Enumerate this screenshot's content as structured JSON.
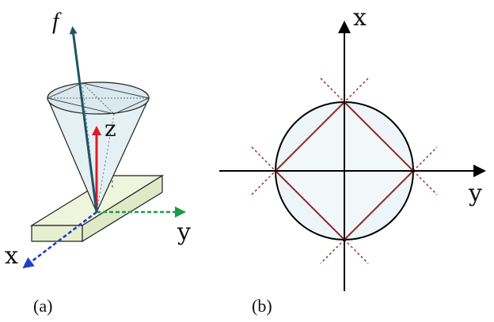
{
  "panel_a": {
    "caption": "(a)",
    "labels": {
      "f": "f",
      "z": "z",
      "y": "y",
      "x": "x"
    },
    "colors": {
      "f_axis": "#1f5464",
      "z_axis": "#e0192a",
      "y_axis": "#1a9b4a",
      "x_axis": "#1f3ec8",
      "cone_fill": "#e4f0f4",
      "block_fill": "#eef5dc"
    }
  },
  "panel_b": {
    "caption": "(b)",
    "labels": {
      "x": "x",
      "y": "y"
    },
    "colors": {
      "axes": "#000000",
      "circle": "#000000",
      "square": "#8b2a22",
      "fill": "#eef5f8"
    }
  }
}
